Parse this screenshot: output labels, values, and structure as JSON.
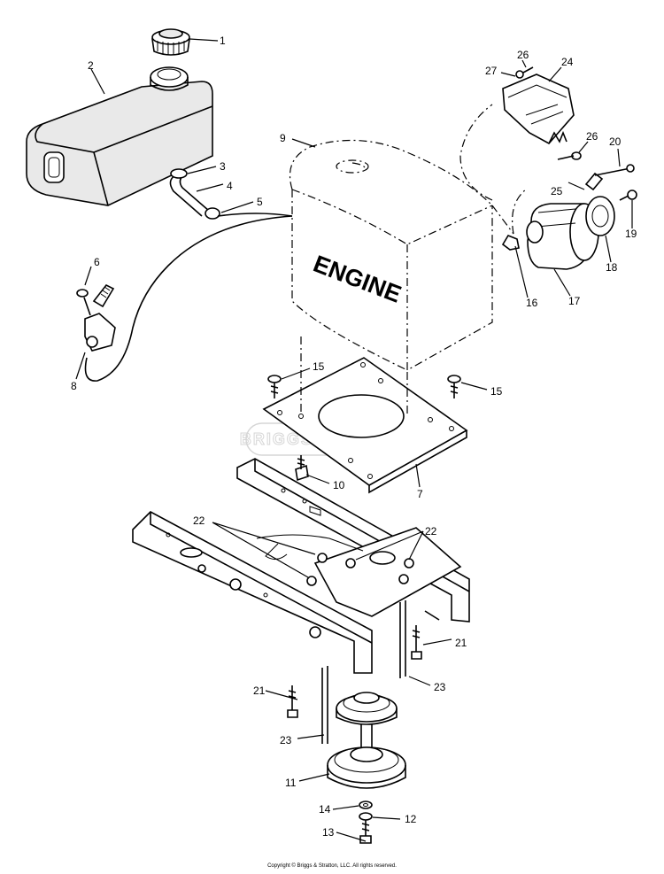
{
  "engine_label": "ENGINE",
  "watermark": "BRIGGS&STRATTON",
  "copyright": "Copyright © Briggs & Stratton, LLC. All rights reserved.",
  "callouts": [
    {
      "id": "c1",
      "text": "1"
    },
    {
      "id": "c2",
      "text": "2"
    },
    {
      "id": "c3",
      "text": "3"
    },
    {
      "id": "c4",
      "text": "4"
    },
    {
      "id": "c5",
      "text": "5"
    },
    {
      "id": "c6",
      "text": "6"
    },
    {
      "id": "c7",
      "text": "7"
    },
    {
      "id": "c8",
      "text": "8"
    },
    {
      "id": "c9",
      "text": "9"
    },
    {
      "id": "c10",
      "text": "10"
    },
    {
      "id": "c11",
      "text": "11"
    },
    {
      "id": "c12",
      "text": "12"
    },
    {
      "id": "c13",
      "text": "13"
    },
    {
      "id": "c14",
      "text": "14"
    },
    {
      "id": "c15a",
      "text": "15"
    },
    {
      "id": "c15b",
      "text": "15"
    },
    {
      "id": "c16",
      "text": "16"
    },
    {
      "id": "c17",
      "text": "17"
    },
    {
      "id": "c18",
      "text": "18"
    },
    {
      "id": "c19",
      "text": "19"
    },
    {
      "id": "c20",
      "text": "20"
    },
    {
      "id": "c21a",
      "text": "21"
    },
    {
      "id": "c21b",
      "text": "21"
    },
    {
      "id": "c22a",
      "text": "22"
    },
    {
      "id": "c22b",
      "text": "22"
    },
    {
      "id": "c23a",
      "text": "23"
    },
    {
      "id": "c23b",
      "text": "23"
    },
    {
      "id": "c24",
      "text": "24"
    },
    {
      "id": "c25",
      "text": "25"
    },
    {
      "id": "c26a",
      "text": "26"
    },
    {
      "id": "c26b",
      "text": "26"
    },
    {
      "id": "c27",
      "text": "27"
    }
  ]
}
